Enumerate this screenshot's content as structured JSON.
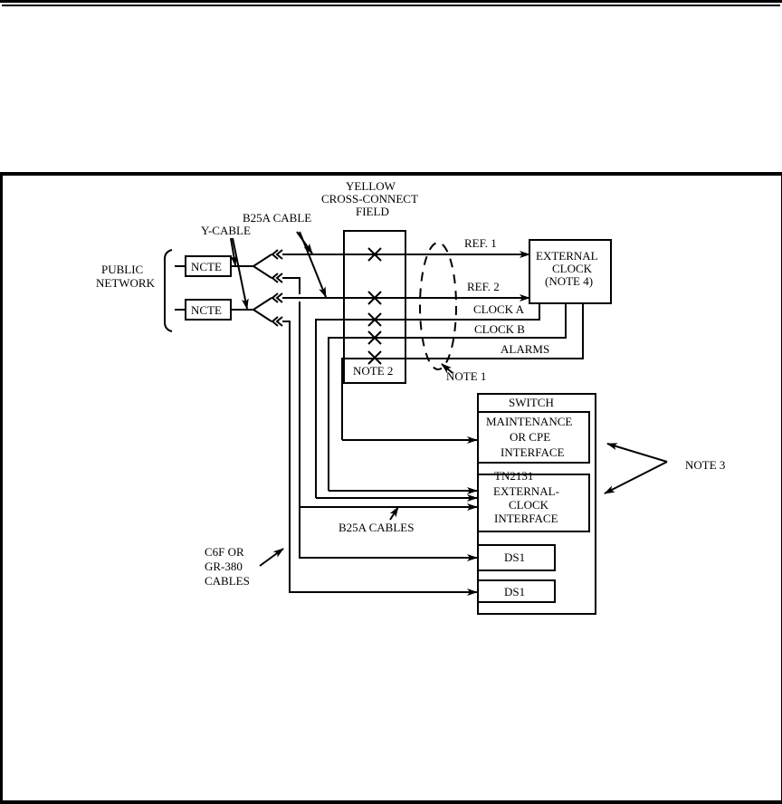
{
  "figure": {
    "labels": {
      "public_network_line1": "PUBLIC",
      "public_network_line2": "NETWORK",
      "ncte_1": "NCTE",
      "ncte_2": "NCTE",
      "y_cable": "Y-CABLE",
      "b25a_cable": "B25A CABLE",
      "yellow_field_line1": "YELLOW",
      "yellow_field_line2": "CROSS-CONNECT",
      "yellow_field_line3": "FIELD",
      "note2": "NOTE 2",
      "note1": "NOTE 1",
      "ref1": "REF. 1",
      "ref2": "REF. 2",
      "clock_a": "CLOCK A",
      "clock_b": "CLOCK B",
      "alarms": "ALARMS",
      "external_clock_line1": "EXTERNAL",
      "external_clock_line2": "CLOCK",
      "external_clock_line3": "(NOTE 4)",
      "switch": "SWITCH",
      "maint_line1": "MAINTENANCE",
      "maint_line2": "OR CPE",
      "maint_line3": "INTERFACE",
      "tn_line1": "TN2131",
      "tn_line2": "EXTERNAL-",
      "tn_line3": "CLOCK",
      "tn_line4": "INTERFACE",
      "ds1_a": "DS1",
      "ds1_b": "DS1",
      "note3": "NOTE 3",
      "b25a_cables": "B25A CABLES",
      "c6f_line1": "C6F OR",
      "c6f_line2": "GR-380",
      "c6f_line3": "CABLES"
    }
  }
}
